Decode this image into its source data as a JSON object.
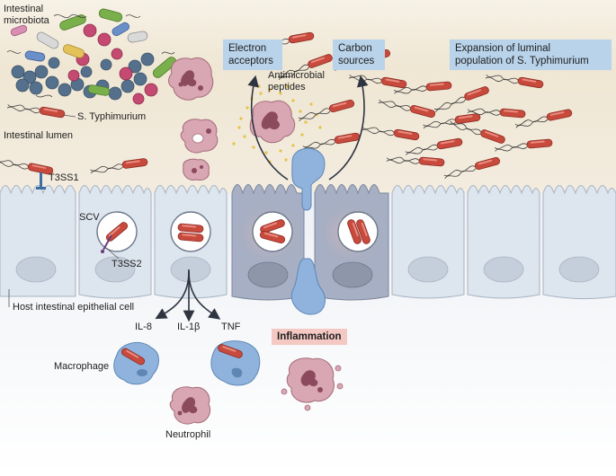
{
  "labels": {
    "intestinal_microbiota": "Intestinal\nmicrobiota",
    "s_typhimurium": "S. Typhimurium",
    "intestinal_lumen": "Intestinal lumen",
    "t3ss1": "T3SS1",
    "scv": "SCV",
    "t3ss2": "T3SS2",
    "host_cell": "Host intestinal epithelial cell",
    "antimicrobial_peptides": "Antimicrobial\npeptides",
    "il8": "IL-8",
    "il1b": "IL-1β",
    "tnf": "TNF",
    "macrophage": "Macrophage",
    "neutrophil": "Neutrophil"
  },
  "boxes": {
    "electron_acceptors": "Electron\nacceptors",
    "carbon_sources": "Carbon\nsources",
    "expansion": "Expansion of luminal\npopulation of S. Typhimurium",
    "inflammation": "Inflammation"
  },
  "colors": {
    "lumen_top": "#efe6d3",
    "lumen_bottom": "#fbf8f1",
    "epithelium": "#dde5ee",
    "epithelium_inflamed": "#a6afc3",
    "bacterium": "#c84a3d",
    "immune_blue": "#8fb3dc",
    "neutrophil_pink": "#d8a7b3",
    "label_box": "#b9d3ea",
    "inflammation_box": "#f4c9c4"
  }
}
